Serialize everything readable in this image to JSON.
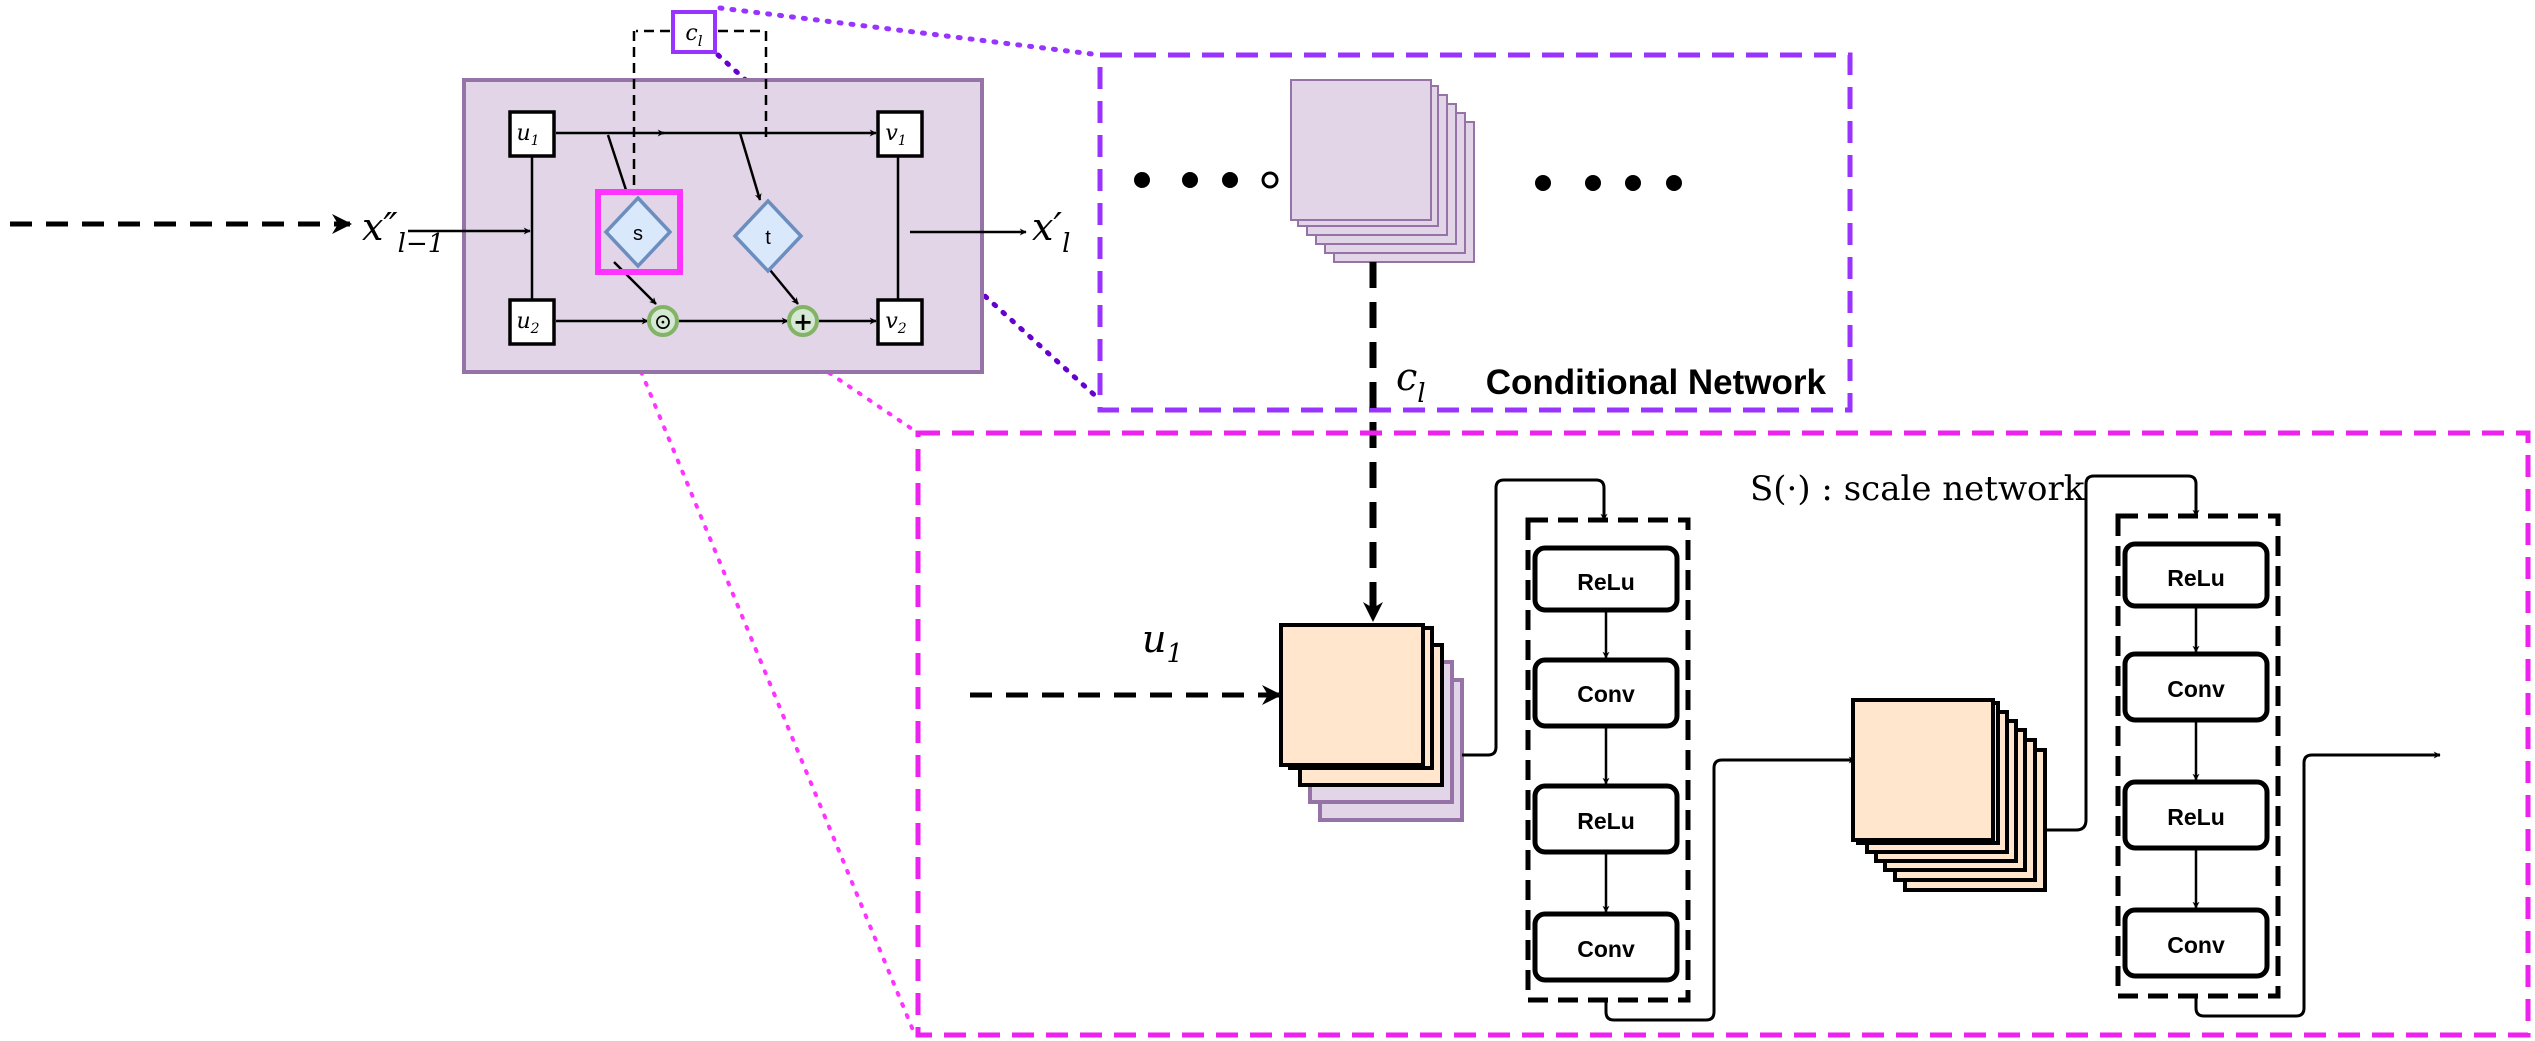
{
  "coupling_block": {
    "input_label": "x″",
    "input_sub": "l−1",
    "output_label": "x′",
    "output_sub": "l",
    "cond_label": "c",
    "cond_sub": "l",
    "nodes": {
      "u1": {
        "main": "u",
        "sub": "1"
      },
      "u2": {
        "main": "u",
        "sub": "2"
      },
      "v1": {
        "main": "v",
        "sub": "1"
      },
      "v2": {
        "main": "v",
        "sub": "2"
      },
      "s": "s",
      "t": "t",
      "mult": "⊙",
      "add": "+"
    }
  },
  "conditional_network": {
    "title": "Conditional Network",
    "cond_label": "c",
    "cond_sub": "l"
  },
  "scale_network": {
    "title": "S(·) : scale network",
    "input_label": "u",
    "input_sub": "1",
    "block1": [
      "ReLu",
      "Conv",
      "ReLu",
      "Conv"
    ],
    "block2": [
      "ReLu",
      "Conv",
      "ReLu",
      "Conv"
    ]
  },
  "colors": {
    "coupling_fill": "#e1d5e7",
    "coupling_stroke": "#9673a6",
    "diamond_fill": "#dae8fc",
    "diamond_stroke": "#6c8ebf",
    "op_fill": "#d5e8d4",
    "op_stroke": "#82b366",
    "magenta": "#ff33ff",
    "dashed_magenta": "#ee22ee",
    "dashed_purple": "#9933ff",
    "zoom_purple": "#6600cc",
    "stack_orange": "#ffe6cc",
    "stack_purple": "#e1d5e7"
  }
}
